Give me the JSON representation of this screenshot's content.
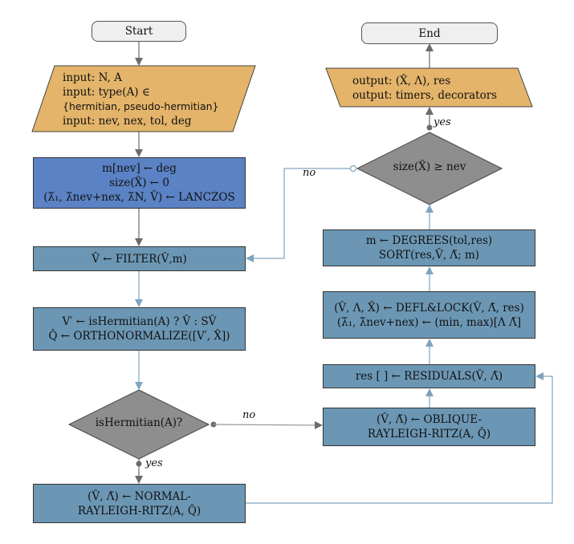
{
  "colors": {
    "terminal": "#efefef",
    "io": "#e4b46a",
    "init": "#5b82c4",
    "process": "#6c97b4",
    "decision": "#8e8e8e",
    "edge_gray": "#6b6b6b",
    "edge_blue": "#7fa3bf"
  },
  "nodes": {
    "start": "Start",
    "end": "End",
    "input": {
      "lines": [
        "input:  N, A",
        "input:  type(A) ∈",
        "{hermitian, pseudo-hermitian}",
        "input:  nev, nex, tol, deg"
      ]
    },
    "init": {
      "lines": [
        "m[nev]   ← deg",
        "size(X̂)   ←   0",
        "(λ̃₁, λ̃nev+nex, λ̃N, V̂) ← LANCZOS"
      ]
    },
    "filter": "V̂  ← FILTER(V̂,m)",
    "orthonormalize": {
      "lines": [
        "V′ ← isHermitian(A) ? V̂ : SV̂",
        "Q̂ ← ORTHONORMALIZE([V′, X̂])"
      ]
    },
    "decision_hermitian": "isHermitian(A)?",
    "normal_rr": {
      "lines": [
        "(V̂, Λ̃)  ← NORMAL-",
        "RAYLEIGH-RITZ(A, Q̂)"
      ]
    },
    "oblique_rr": {
      "lines": [
        "(V̂, Λ̃)  ← OBLIQUE-",
        "RAYLEIGH-RITZ(A, Q̂)"
      ]
    },
    "residuals": "res [ ]  ← RESIDUALS(V̂, Λ̃)",
    "defl_lock": {
      "lines": [
        "(V̂, Λ, X̂) ← DEFL&LOCK(V̂, Λ̃, res)",
        "(λ̃₁, λ̃nev+nex) ← (min, max)[Λ Λ̃]"
      ]
    },
    "degrees": {
      "lines": [
        "m  ← DEGREES(tol,res)",
        "SORT(res,V̂, Λ̃; m)"
      ]
    },
    "decision_size": "size(X̂) ≥ nev",
    "output": {
      "lines": [
        "output:  (X̂, Λ), res",
        "output:  timers, decorators"
      ]
    }
  },
  "edge_labels": {
    "hermitian_no": "no",
    "hermitian_yes": "yes",
    "size_no": "no",
    "size_yes": "yes"
  }
}
